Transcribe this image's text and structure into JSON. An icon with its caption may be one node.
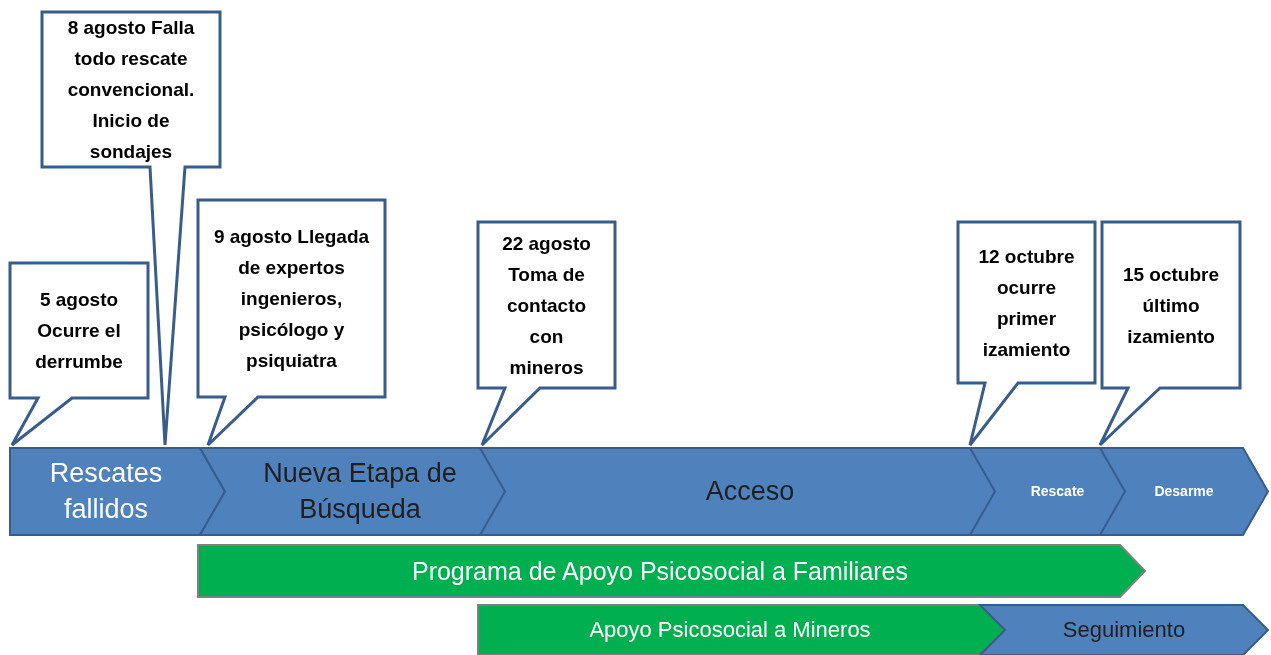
{
  "diagram": {
    "nodes": [
      {
        "text": [
          "5 agosto Ocurre el derrumbe"
        ]
      },
      {
        "text": [
          "8 agosto Falla todo rescate convencional. Inicio de sondajes"
        ]
      },
      {
        "text": [
          "9 agosto Llegada de expertos ingenieros, psicólogo y psiquiatra"
        ]
      },
      {
        "text": [
          "22 agosto Toma de contacto con mineros"
        ]
      },
      {
        "text": [
          "12 octubre ocurre primer izamiento"
        ]
      },
      {
        "text": [
          "15 octubre último izamiento"
        ]
      },
      {
        "text": [
          "Rescates fallidos"
        ]
      },
      {
        "text": [
          "Nueva Etapa de Búsqueda"
        ]
      },
      {
        "text": [
          "Acceso"
        ]
      },
      {
        "text": [
          "Rescate"
        ]
      },
      {
        "text": [
          "Desarme"
        ]
      },
      {
        "text": [
          "Programa de Apoyo Psicosocial a Familiares"
        ]
      },
      {
        "text": [
          "Apoyo Psicosocial a Mineros"
        ]
      },
      {
        "text": [
          "Seguimiento"
        ]
      }
    ],
    "edges": []
  }
}
